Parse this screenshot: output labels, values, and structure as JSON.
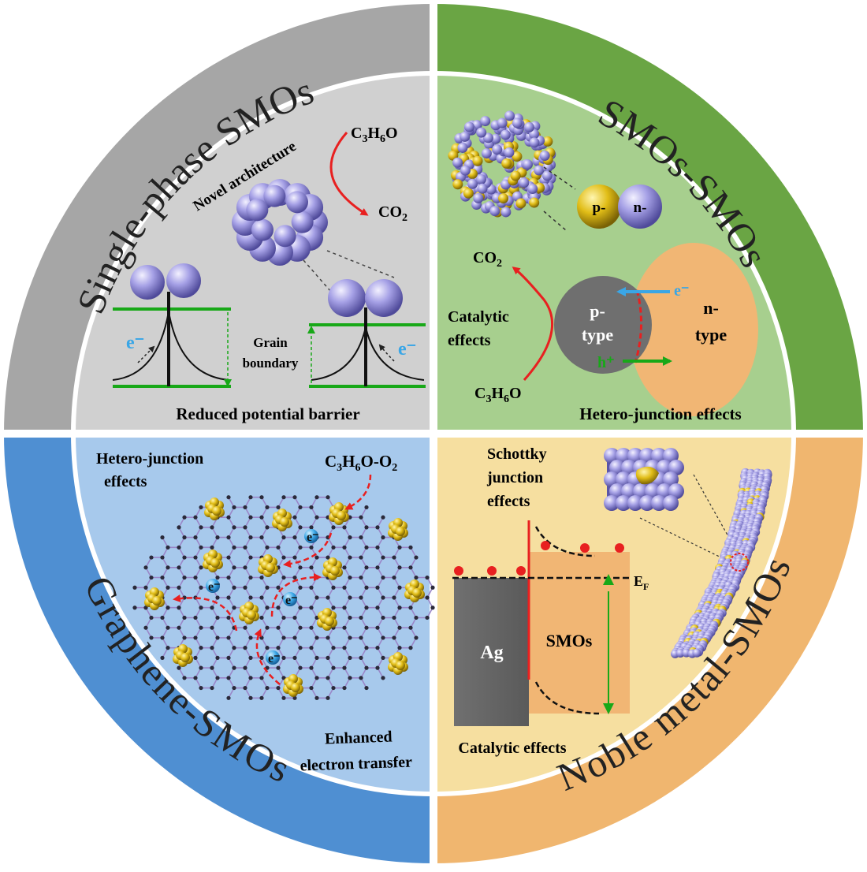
{
  "colors": {
    "q1_ring": "#a6a6a6",
    "q1_inner": "#d0d0d0",
    "q2_ring": "#6aa544",
    "q2_inner": "#a7cf8e",
    "q3_ring": "#4f8fd2",
    "q3_inner": "#a7c9ec",
    "q4_ring": "#f0b66f",
    "q4_inner": "#f6dfa0",
    "sphere_purple": "#9a95dd",
    "sphere_yellow": "#e5c21a",
    "green_line": "#18a818",
    "red_arrow": "#e82020",
    "blue_e": "#3aa6e6"
  },
  "quadrants": {
    "single_phase": {
      "title": "Single-phase SMOs",
      "novel_architecture": "Novel architecture",
      "reactant": "C₃H₆O",
      "product": "CO₂",
      "electron_left": "e⁻",
      "electron_right": "e⁻",
      "grain_boundary_1": "Grain",
      "grain_boundary_2": "boundary",
      "caption": "Reduced potential  barrier"
    },
    "smos_smos": {
      "title": "SMOs-SMOs",
      "p_sphere": "p-",
      "n_sphere": "n-",
      "product": "CO₂",
      "reactant": "C₃H₆O",
      "catalytic_1": "Catalytic",
      "catalytic_2": "effects",
      "p_type_1": "p-",
      "p_type_2": "type",
      "n_type_1": "n-",
      "n_type_2": "type",
      "electron": "e⁻",
      "hole": "h⁺",
      "caption": "Hetero-junction  effects"
    },
    "graphene": {
      "title": "Graphene-SMOs",
      "hetero_1": "Hetero-junction",
      "hetero_2": "effects",
      "reactant": "C₃H₆O-O₂",
      "electron": "e⁻",
      "enhanced_1": "Enhanced",
      "enhanced_2": "electron transfer"
    },
    "noble": {
      "title": "Noble metal-SMOs",
      "schottky_1": "Schottky",
      "schottky_2": "junction",
      "schottky_3": "effects",
      "ag": "Ag",
      "smos": "SMOs",
      "fermi": "E",
      "fermi_sub": "F",
      "caption": "Catalytic  effects"
    }
  }
}
